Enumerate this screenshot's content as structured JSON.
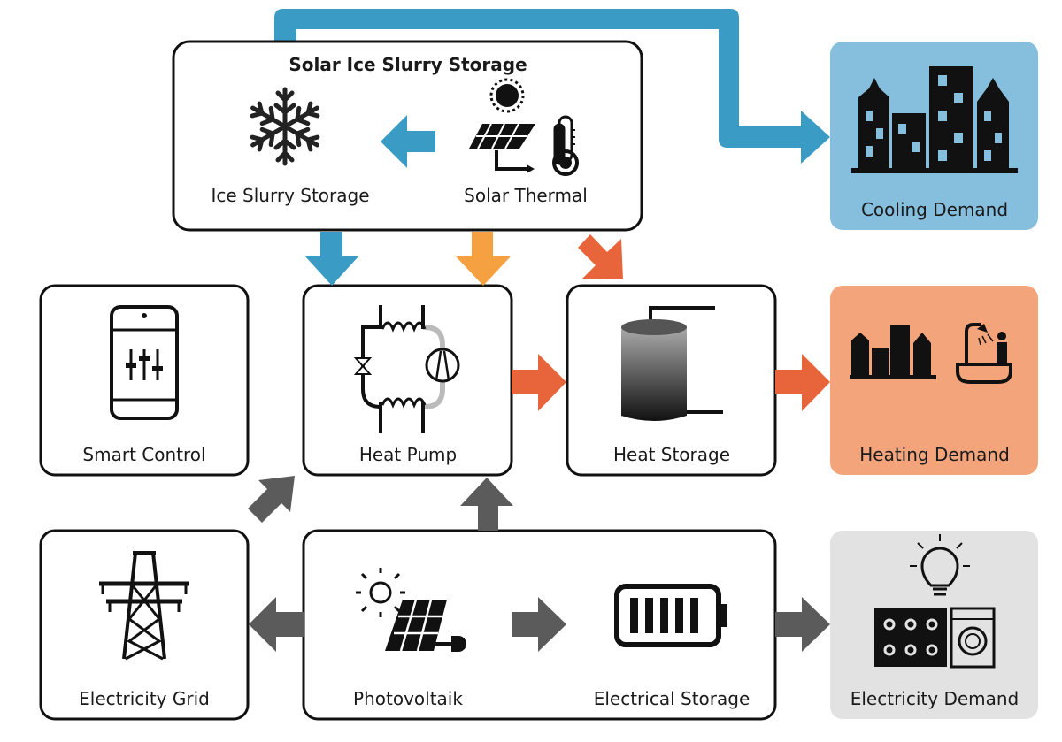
{
  "title": "Solar Ice Slurry Storage",
  "colors": {
    "cooling": "#3a9cc5",
    "solar_thermal_to_pump": "#f5a142",
    "heat": "#e8643a",
    "electric": "#5b5b5b",
    "cooling_box": "#86bfdd",
    "heating_box": "#f3a47b",
    "electricity_box": "#e2e2e2"
  },
  "nodes": {
    "ice_slurry_storage": "Ice Slurry Storage",
    "solar_thermal": "Solar Thermal",
    "cooling_demand": "Cooling Demand",
    "smart_control": "Smart Control",
    "heat_pump": "Heat Pump",
    "heat_storage": "Heat Storage",
    "heating_demand": "Heating Demand",
    "electricity_grid": "Electricity Grid",
    "photovoltaik": "Photovoltaik",
    "electrical_storage": "Electrical Storage",
    "electricity_demand": "Electricity Demand"
  },
  "flows": [
    {
      "from": "Solar Ice Slurry Storage",
      "to": "Cooling Demand",
      "color": "cooling"
    },
    {
      "from": "Solar Thermal",
      "to": "Ice Slurry Storage",
      "color": "cooling"
    },
    {
      "from": "Ice Slurry Storage",
      "to": "Heat Pump",
      "color": "cooling"
    },
    {
      "from": "Solar Thermal",
      "to": "Heat Pump",
      "color": "solar_thermal_to_pump"
    },
    {
      "from": "Solar Thermal",
      "to": "Heat Storage",
      "color": "heat"
    },
    {
      "from": "Heat Pump",
      "to": "Heat Storage",
      "color": "heat"
    },
    {
      "from": "Heat Storage",
      "to": "Heating Demand",
      "color": "heat"
    },
    {
      "from": "Electricity Grid",
      "to": "Heat Pump",
      "color": "electric"
    },
    {
      "from": "Photovoltaik",
      "to": "Heat Pump",
      "color": "electric"
    },
    {
      "from": "Photovoltaik",
      "to": "Electricity Grid",
      "color": "electric"
    },
    {
      "from": "Photovoltaik",
      "to": "Electrical Storage",
      "color": "electric"
    },
    {
      "from": "Electrical Storage",
      "to": "Electricity Demand",
      "color": "electric"
    }
  ]
}
